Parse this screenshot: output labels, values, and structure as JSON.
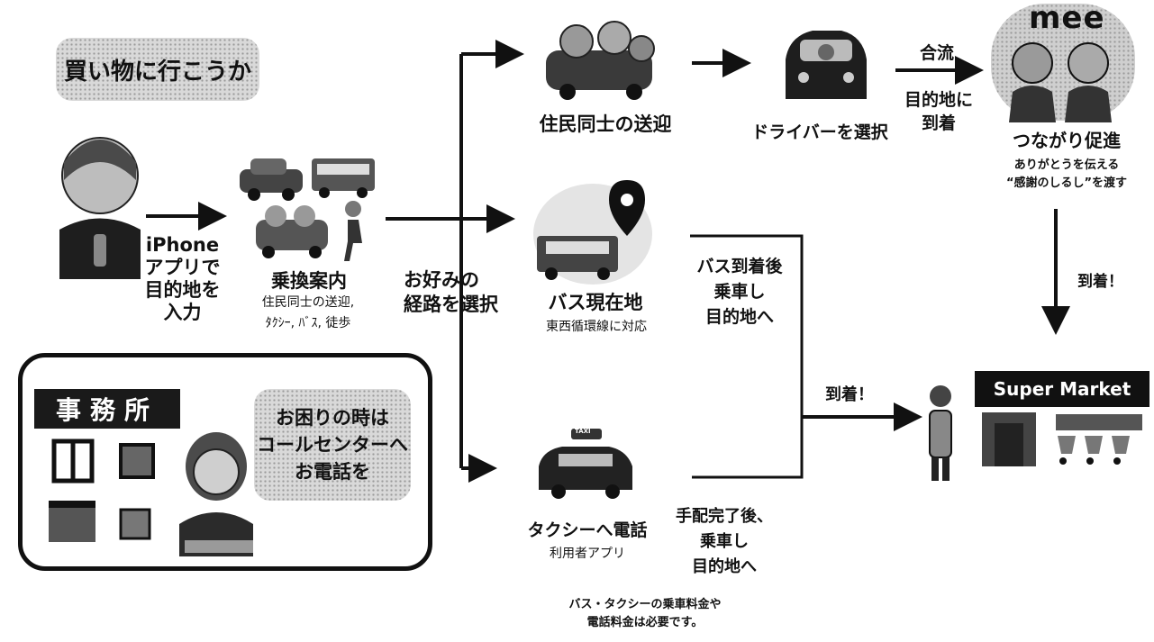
{
  "thought_bubble": "買い物に行こうか",
  "step_input": [
    "iPhone",
    "アプリで",
    "目的地を",
    "入力"
  ],
  "guidance": {
    "title": "乗換案内",
    "line1": "住民同士の送迎,",
    "line2": "ﾀｸｼｰ, ﾊﾞｽ, 徒歩"
  },
  "choose_route": [
    "お好みの",
    "経路を選択"
  ],
  "office": {
    "sign": "事務所",
    "bubble": [
      "お困りの時は",
      "コールセンターへ",
      "お電話を"
    ]
  },
  "route_ride": {
    "title": "住民同士の送迎"
  },
  "driver_select": "ドライバーを選択",
  "merge": {
    "top": "合流",
    "bottom": [
      "目的地に",
      "到着"
    ]
  },
  "connection": {
    "logo": "mee",
    "title": "つながり促進",
    "line1": "ありがとうを伝える",
    "line2": "“感謝のしるし”を渡す"
  },
  "arrive_right": "到着！",
  "route_bus": {
    "title": "バス現在地",
    "sub": "東西循環線に対応",
    "after": [
      "バス到着後",
      "乗車し",
      "目的地へ"
    ]
  },
  "arrive_mid": "到着！",
  "route_taxi": {
    "title": "タクシーへ電話",
    "sub": "利用者アプリ",
    "after": [
      "手配完了後、",
      "乗車し",
      "目的地へ"
    ]
  },
  "taxi_sign": "TAXI",
  "destination": "Super Market",
  "footnote": [
    "バス・タクシーの乗車料金や",
    "電話料金は必要です。"
  ]
}
